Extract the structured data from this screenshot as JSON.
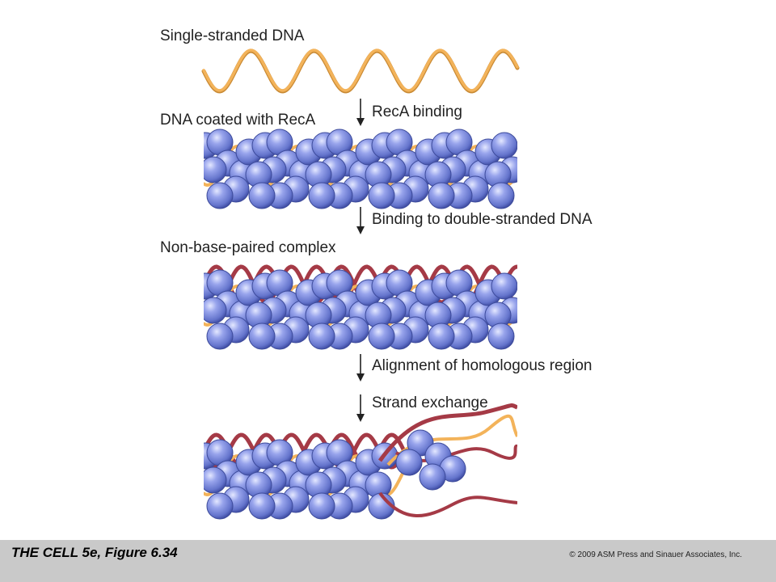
{
  "labels": {
    "single_stranded": "Single-stranded DNA",
    "coated": "DNA coated with RecA",
    "complex": "Non-base-paired complex"
  },
  "steps": {
    "reca_binding": "RecA binding",
    "binding_ds": "Binding to double-stranded DNA",
    "alignment": "Alignment of homologous region",
    "strand_exchange": "Strand exchange"
  },
  "footer": {
    "title": "THE CELL 5e, Figure 6.34",
    "copyright": "© 2009 ASM Press and Sinauer Associates, Inc."
  },
  "colors": {
    "ss_strand": "#f3b35a",
    "ss_strand_light": "#fbe3b2",
    "ds_strand": "#a53a46",
    "reca": "#7f8fdc",
    "reca_dark": "#3c4a9a",
    "footer_bg": "#c9c9c9"
  }
}
